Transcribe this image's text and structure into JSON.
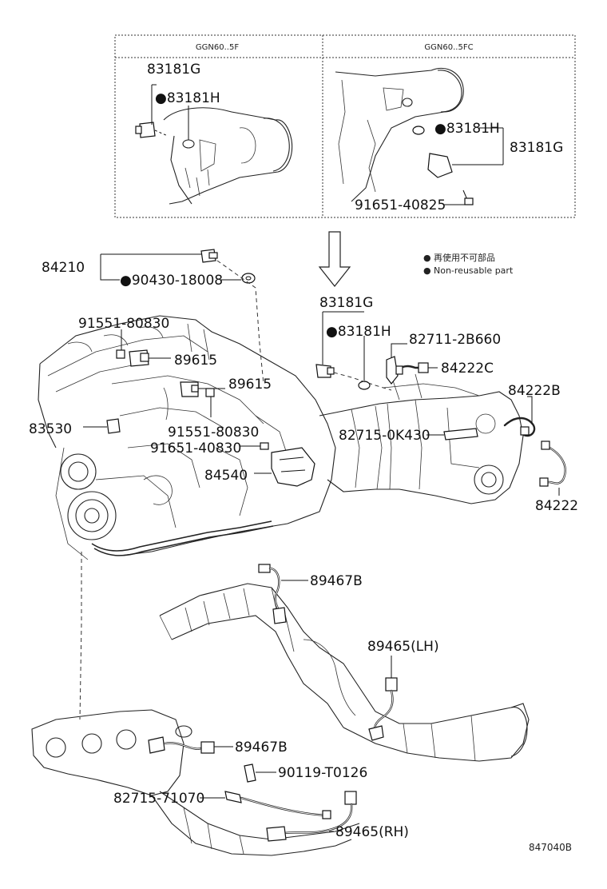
{
  "inset": {
    "left_header": "GGN60..5F",
    "right_header": "GGN60..5FC"
  },
  "legend": {
    "items": [
      {
        "mark": "●",
        "text": "再使用不可部品"
      },
      {
        "mark": "●",
        "text": "Non-reusable part"
      }
    ]
  },
  "labels": {
    "inset_l_83181g": "83181G",
    "inset_l_83181h": "●83181H",
    "inset_r_83181h": "●83181H",
    "inset_r_83181g": "83181G",
    "inset_r_91651": "91651-40825",
    "p84210": "84210",
    "p90430": "●90430-18008",
    "p83181g": "83181G",
    "p83181h": "●83181H",
    "p91551_a": "91551-80830",
    "p89615_a": "89615",
    "p89615_b": "89615",
    "p82711": "82711-2B660",
    "p84222c": "84222C",
    "p84222b": "84222B",
    "p83530": "83530",
    "p91551_b": "91551-80830",
    "p82715_a": "82715-0K430",
    "p91651": "91651-40830",
    "p84540": "84540",
    "p84222": "84222",
    "p89467b_a": "89467B",
    "p89465lh": "89465(LH)",
    "p89467b_b": "89467B",
    "p90119": "90119-T0126",
    "p82715_b": "82715-71070",
    "p89465rh": "89465(RH)"
  },
  "diagram_code": "847040B"
}
